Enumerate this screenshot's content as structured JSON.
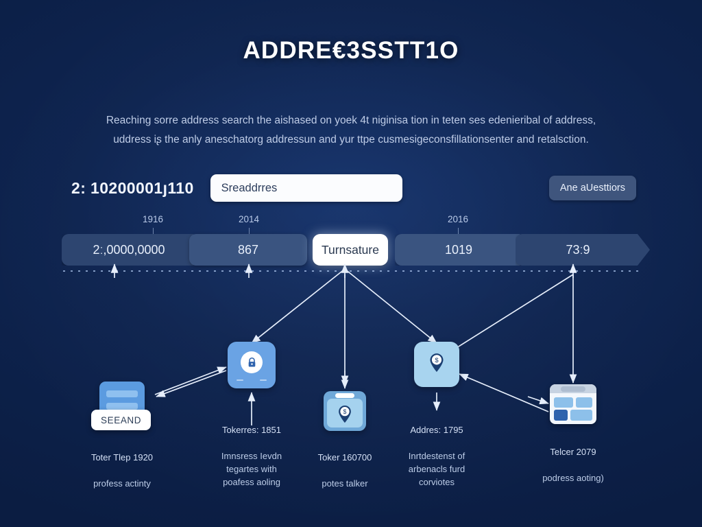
{
  "page": {
    "title": "ADDRE€3SSTT1O",
    "subtitle_line1": "Reaching sorre address search the aishased on yoek 4t niginisa tion in teten ses edenieribal of address,",
    "subtitle_line2": "uddress iʂ the anly aneschatorg addressun and yur ttpe cusmesigeconsfillationsenter and retalsction.",
    "background_color": "#0d2149",
    "accent_color": "#5b9be0"
  },
  "search": {
    "label": "2: 10200001ȷ110",
    "input_value": "Sreaddrres",
    "input_placeholder": "Sreaddrres",
    "button_label": "Ane aUesttiors"
  },
  "timeline": {
    "years": [
      "1916",
      "2014",
      "2016"
    ],
    "chips": [
      {
        "label": "2ː,0000,0000",
        "style": "arrow"
      },
      {
        "label": "867",
        "style": "plain"
      },
      {
        "label": "Turnsature",
        "style": "highlight"
      },
      {
        "label": "1019",
        "style": "arrow"
      },
      {
        "label": "73ː9",
        "style": "arrow"
      }
    ]
  },
  "nodes": [
    {
      "icon": "document-card-icon",
      "badge": "SEEAND",
      "caption_head": "Toter Tlep 1920",
      "caption_body": "profess actinty"
    },
    {
      "icon": "lock-icon",
      "caption_head": "Tokerres: 1851",
      "caption_body": "Imnsress Ievdn\ntegartes with\npoafess aoling"
    },
    {
      "icon": "money-pin-card-icon",
      "caption_head": "Toker 160700",
      "caption_body": "potes talker"
    },
    {
      "icon": "dollar-pin-icon",
      "caption_head": "Addres: 1795",
      "caption_body": "Inrtdestenst of\narbenacls furd\ncorviotes"
    },
    {
      "icon": "browser-window-icon",
      "caption_head": "Telcer 2079",
      "caption_body": "podress aoting)"
    }
  ]
}
